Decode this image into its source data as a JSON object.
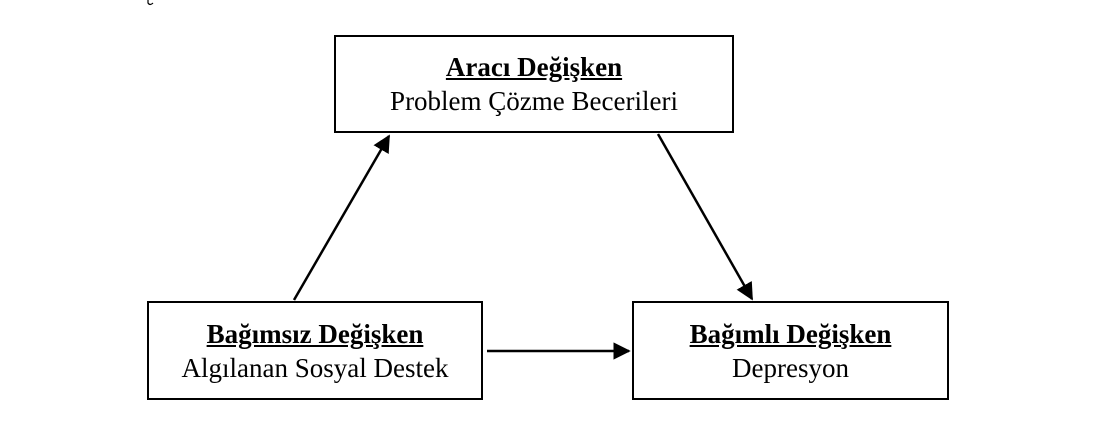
{
  "diagram": {
    "mediator": {
      "title": "Aracı Değişken",
      "subtitle": "Problem Çözme Becerileri"
    },
    "independent": {
      "title": "Bağımsız Değişken",
      "subtitle": "Algılanan Sosyal Destek"
    },
    "dependent": {
      "title": "Bağımlı Değişken",
      "subtitle": "Depresyon"
    },
    "arrows": [
      {
        "from": "independent",
        "to": "mediator"
      },
      {
        "from": "mediator",
        "to": "dependent"
      },
      {
        "from": "independent",
        "to": "dependent"
      }
    ],
    "colors": {
      "line": "#000000",
      "background": "#ffffff"
    }
  }
}
